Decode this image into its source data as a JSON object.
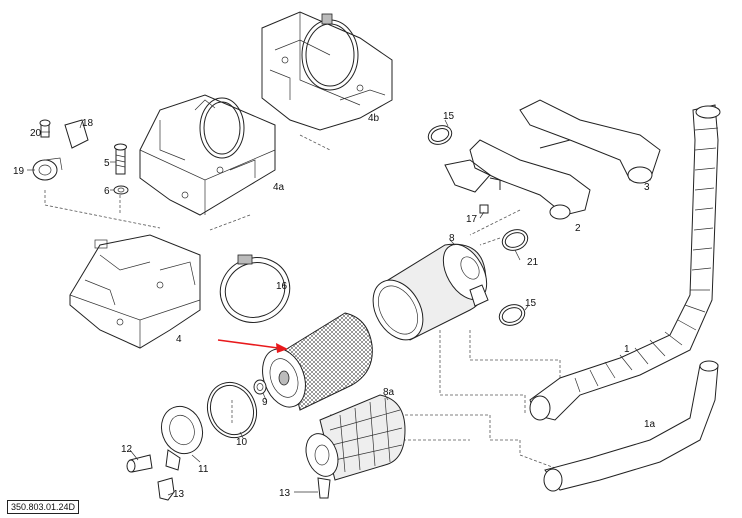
{
  "labels": {
    "p1": "1",
    "p1a": "1a",
    "p2": "2",
    "p3": "3",
    "p4": "4",
    "p4a": "4a",
    "p4b": "4b",
    "p5": "5",
    "p6": "6",
    "p8": "8",
    "p8a": "8a",
    "p9": "9",
    "p10": "10",
    "p11": "11",
    "p12": "12",
    "p13a": "13",
    "p13b": "13",
    "p15a": "15",
    "p15b": "15",
    "p16": "16",
    "p17": "17",
    "p18": "18",
    "p19": "19",
    "p20": "20",
    "p21": "21"
  },
  "doc_code": "350.803.01.24D",
  "colors": {
    "arrow": "#e8191c",
    "line": "#222222"
  }
}
